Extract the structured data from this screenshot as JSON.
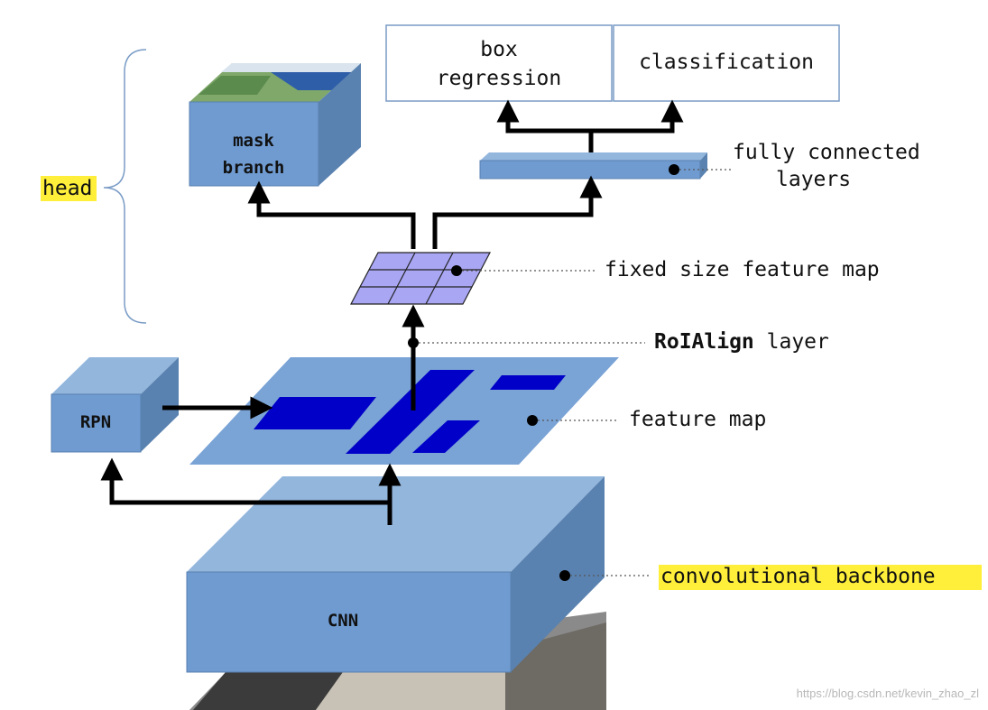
{
  "labels": {
    "head": "head",
    "box_regression_1": "box",
    "box_regression_2": "regression",
    "classification": "classification",
    "mask_branch_1": "mask",
    "mask_branch_2": "branch",
    "fully_connected_1": "fully connected",
    "fully_connected_2": "layers",
    "fixed_size_feature_map": "fixed size feature map",
    "roialign_bold": "RoIAlign",
    "roialign_rest": " layer",
    "feature_map": "feature map",
    "rpn": "RPN",
    "cnn": "CNN",
    "convolutional_backbone": "convolutional backbone"
  },
  "watermark": "https://blog.csdn.net/kevin_zhao_zl",
  "colors": {
    "box_front": "#6f9bd1",
    "box_top": "#93b6dd",
    "box_side": "#5a82b0",
    "feature_map": "#7aa3d6",
    "rois": "#0000c8",
    "grid": "#a9a6f4",
    "highlight": "#ffef3a",
    "arrows": "#000000"
  }
}
